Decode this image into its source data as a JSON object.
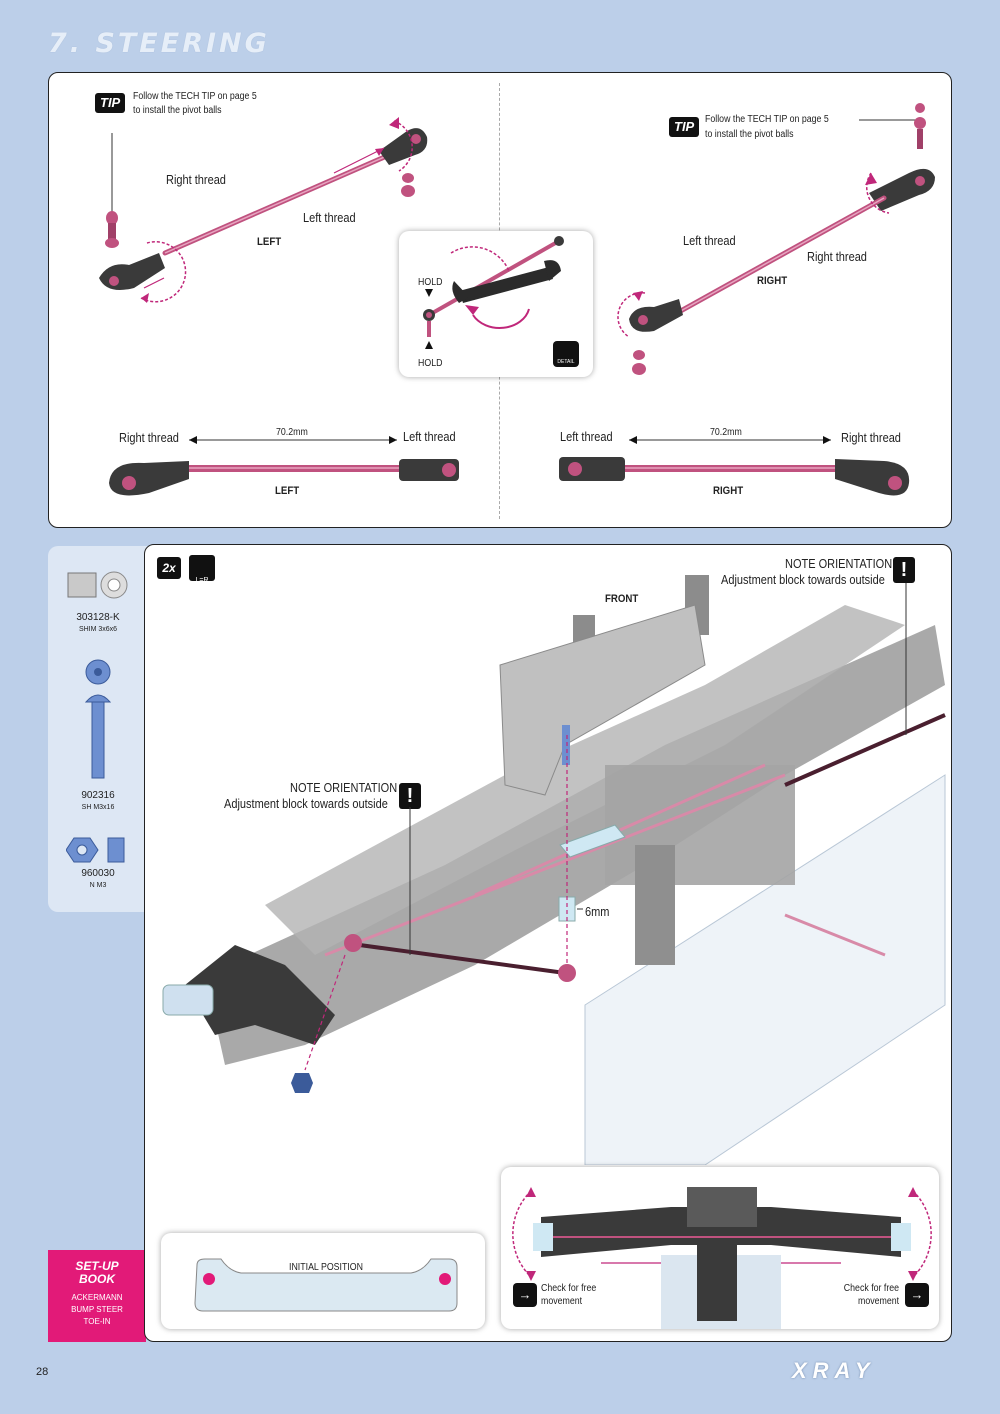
{
  "page": {
    "title": "7. STEERING",
    "page_number": "28",
    "brand": "XRAY"
  },
  "top": {
    "tip_badge": "TIP",
    "tip_text_line1": "Follow the TECH TIP on page 5",
    "tip_text_line2": "to install the pivot balls",
    "left": {
      "right_thread": "Right thread",
      "left_thread": "Left thread",
      "side_label": "LEFT"
    },
    "right": {
      "right_thread": "Right thread",
      "left_thread": "Left thread",
      "side_label": "RIGHT"
    },
    "detail": {
      "hold_top": "HOLD",
      "hold_bottom": "HOLD",
      "detail_badge": "DETAIL"
    },
    "measure_left": {
      "right_thread": "Right thread",
      "left_thread": "Left thread",
      "length": "70.2mm",
      "side_label": "LEFT"
    },
    "measure_right": {
      "left_thread": "Left thread",
      "right_thread": "Right thread",
      "length": "70.2mm",
      "side_label": "RIGHT"
    }
  },
  "parts": [
    {
      "code": "303128-K",
      "desc": "SHIM 3x6x6"
    },
    {
      "code": "902316",
      "desc": "SH M3x16"
    },
    {
      "code": "960030",
      "desc": "N M3"
    }
  ],
  "setup_book": {
    "title_line1": "SET-UP",
    "title_line2": "BOOK",
    "items": [
      "ACKERMANN",
      "BUMP STEER",
      "TOE-IN"
    ]
  },
  "bottom": {
    "qty_badge": "2x",
    "lr_badge": "L=R",
    "note1_title": "NOTE ORIENTATION",
    "note1_text": "Adjustment block towards outside",
    "note2_title": "NOTE ORIENTATION",
    "note2_text": "Adjustment block towards outside",
    "front_label": "FRONT",
    "spacer_label": "6mm",
    "initial_position": "INITIAL POSITION",
    "check_left": "Check for free movement",
    "check_right": "Check for free movement"
  },
  "colors": {
    "background": "#bccfe9",
    "accent": "#e21a78",
    "rod": "#c0527f"
  }
}
